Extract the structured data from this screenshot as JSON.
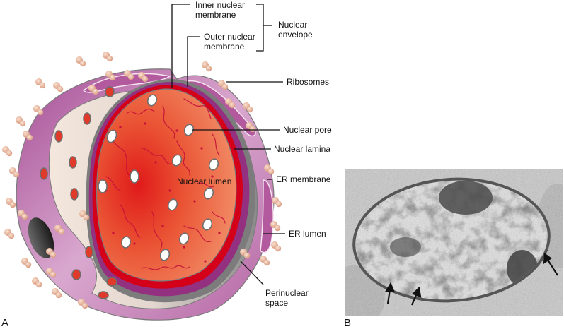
{
  "figure": {
    "panel_a_label": "A",
    "panel_b_label": "B",
    "labels": {
      "inner_nuclear_membrane": "Inner nuclear\nmembrane",
      "outer_nuclear_membrane": "Outer nuclear\nmembrane",
      "nuclear_envelope": "Nuclear\nenvelope",
      "ribosomes": "Ribosomes",
      "nuclear_pore": "Nuclear pore",
      "nuclear_lamina": "Nuclear lamina",
      "nuclear_lumen": "Nuclear lumen",
      "er_membrane": "ER membrane",
      "er_lumen": "ER lumen",
      "perinuclear_space": "Perinuclear\nspace"
    },
    "colors": {
      "nucleus_center": "#e01a1a",
      "nucleus_edge": "#f07a55",
      "lamina_red": "#d4001a",
      "envelope_purple": "#93307f",
      "er_pink": "#c77db6",
      "cytoplasm_gray": "#8e8e8e",
      "ribosome": "#e3a98c"
    }
  }
}
